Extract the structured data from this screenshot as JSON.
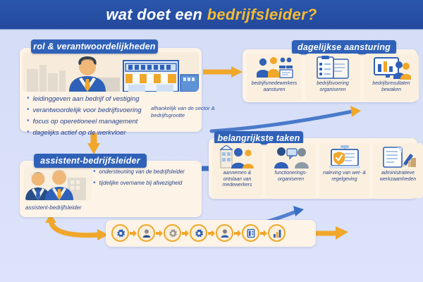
{
  "header": {
    "title_plain": "wat doet een ",
    "title_accent": "bedrijfsleider?",
    "bar_color": "#23499b",
    "accent_color": "#f5bb32"
  },
  "colors": {
    "background": "#d7dff7",
    "card": "#fdf3e6",
    "badge_blue": "#2f61b8",
    "text_blue": "#27438b",
    "arrow_orange": "#f0a72a",
    "arrow_blue": "#3b6fc4"
  },
  "blocks": {
    "rol": {
      "badge": "rol & verantwoordelijkheden",
      "art_name": "businessman-and-shop-illustration",
      "callout": "afhankelijk van de sector & bedrijfsgrootte",
      "bullets": [
        "leidinggeven aan bedrijf of vestiging",
        "verantwoordelijk voor bedrijfsvoering",
        "focus op operetioneel management",
        "dagelijks actief op de werkvloer"
      ]
    },
    "dagelijkse": {
      "badge": "dagelijkse aansturing",
      "tiles": [
        {
          "caption": "bedrijfsmedewerkers aansturen",
          "icon": "team-meeting-icon"
        },
        {
          "caption": "bedrijfsvoering organiseren",
          "icon": "clipboard-checklist-icon"
        },
        {
          "caption": "bedrijfsresultaten bewaken",
          "icon": "presentation-chart-icon"
        }
      ]
    },
    "taken": {
      "badge": "belangrijkste taken",
      "tiles": [
        {
          "caption": "aannemen & ontslaan van medewerkers",
          "icon": "hiring-people-icon"
        },
        {
          "caption": "functionerings- organiseren",
          "icon": "performance-review-icon"
        },
        {
          "caption": "naleving van wet- & regelgeving",
          "icon": "compliance-shield-icon"
        },
        {
          "caption": "administratieve werkzaamheden",
          "icon": "paperwork-documents-icon"
        }
      ]
    },
    "assistent": {
      "badge": "assistent-bedrijfsleider",
      "art_name": "two-assistants-illustration",
      "caption": "assistent-bedrijfsleider",
      "bullets": [
        "ondersteuning van de bedrijfsleider",
        "tijdelijke overname bij afwezigheid"
      ]
    },
    "process_strip": {
      "icons": [
        "gear-cycle-icon",
        "person-cycle-icon",
        "gear-grey-cycle-icon",
        "gear-blue-cycle-icon",
        "person-blue-cycle-icon",
        "document-cycle-icon",
        "bar-chart-icon"
      ]
    }
  },
  "connectors": [
    {
      "name": "arrow-rol-to-dagelijkse",
      "direction": "right",
      "color": "#f0a72a"
    },
    {
      "name": "arrow-dagelijkse-to-taken",
      "direction": "curve-down-left",
      "color": "#3b6fc4"
    },
    {
      "name": "arrow-rol-to-assistent",
      "direction": "down",
      "color": "#f0a72a"
    },
    {
      "name": "arrow-assistent-to-taken",
      "direction": "right",
      "color": "#3b6fc4"
    },
    {
      "name": "arrow-assistent-to-strip",
      "direction": "curve-down-right",
      "color": "#f0a72a"
    },
    {
      "name": "arrow-strip-to-end",
      "direction": "right-up",
      "color": "#f0a72a"
    },
    {
      "name": "arrow-taken-to-strip",
      "direction": "curve-up-right",
      "color": "#3b6fc4"
    }
  ]
}
